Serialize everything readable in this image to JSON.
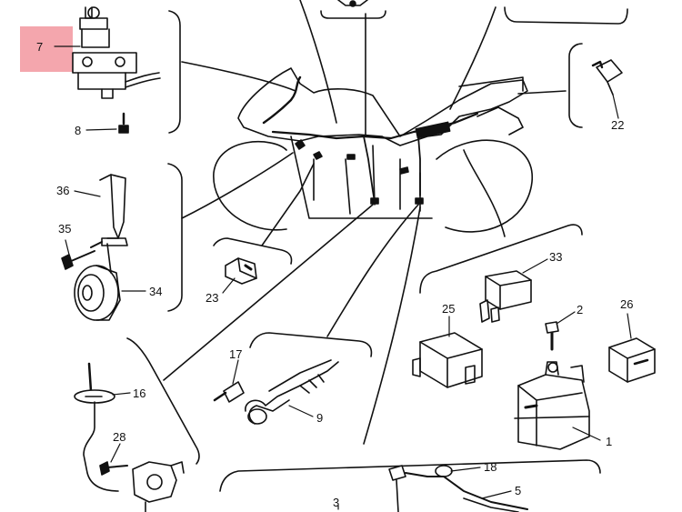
{
  "diagram": {
    "title": "Motorcycle electrical components exploded view",
    "highlighted_callout": "7",
    "callouts": {
      "c7": "7",
      "c8": "8",
      "c22": "22",
      "c36": "36",
      "c35": "35",
      "c34": "34",
      "c23": "23",
      "c33": "33",
      "c25": "25",
      "c2": "2",
      "c26": "26",
      "c17": "17",
      "c16": "16",
      "c9": "9",
      "c1": "1",
      "c28": "28",
      "c18": "18",
      "c5": "5",
      "c3": "3"
    },
    "colors": {
      "ink": "#111111",
      "highlight": "#f4a6ad",
      "background": "#ffffff"
    }
  }
}
